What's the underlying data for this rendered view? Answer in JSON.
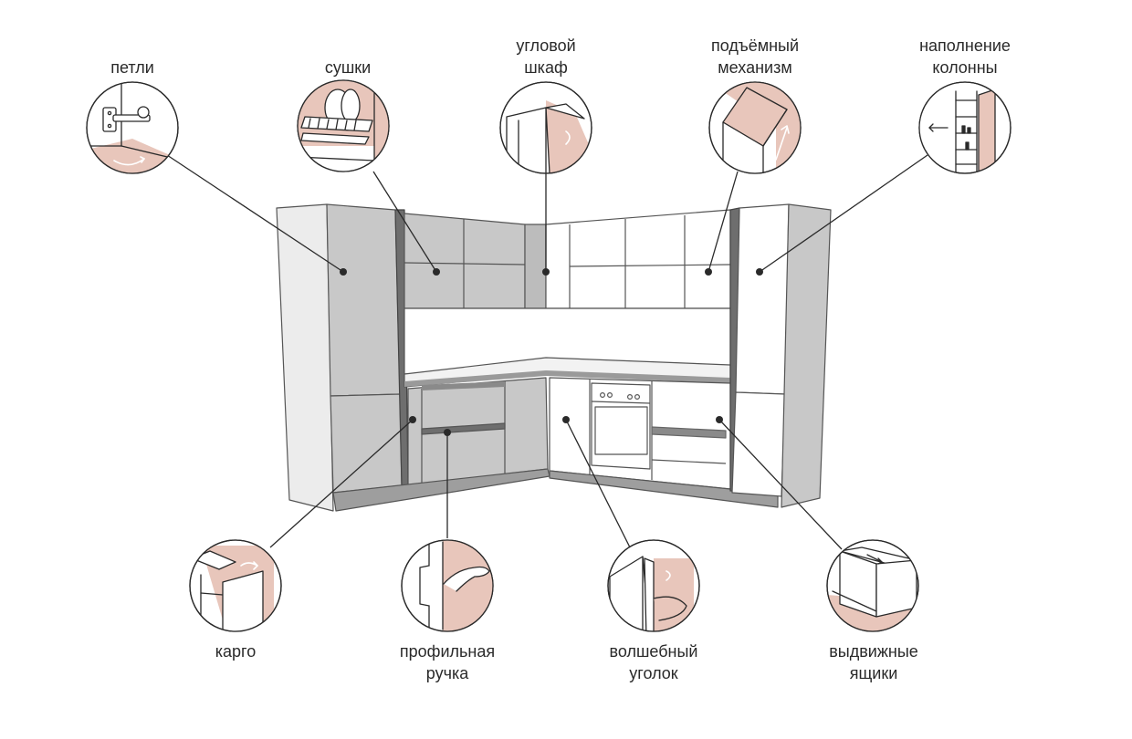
{
  "labels": {
    "hinges": [
      "петли"
    ],
    "dryers": [
      "сушки"
    ],
    "corner_cabinet": [
      "угловой",
      "шкаф"
    ],
    "lift_mechanism": [
      "подъёмный",
      "механизм"
    ],
    "column_filling": [
      "наполнение",
      "колонны"
    ],
    "cargo": [
      "карго"
    ],
    "profile_handle": [
      "профильная",
      "ручка"
    ],
    "magic_corner": [
      "волшебный",
      "уголок"
    ],
    "drawers": [
      "выдвижные",
      "ящики"
    ]
  },
  "colors": {
    "background": "#ffffff",
    "line": "#2a2a2a",
    "cabinet_grey": "#c8c8c8",
    "cabinet_grey_dark": "#b4b4b4",
    "cabinet_white": "#ffffff",
    "accent_pink": "#e8c6bb"
  }
}
